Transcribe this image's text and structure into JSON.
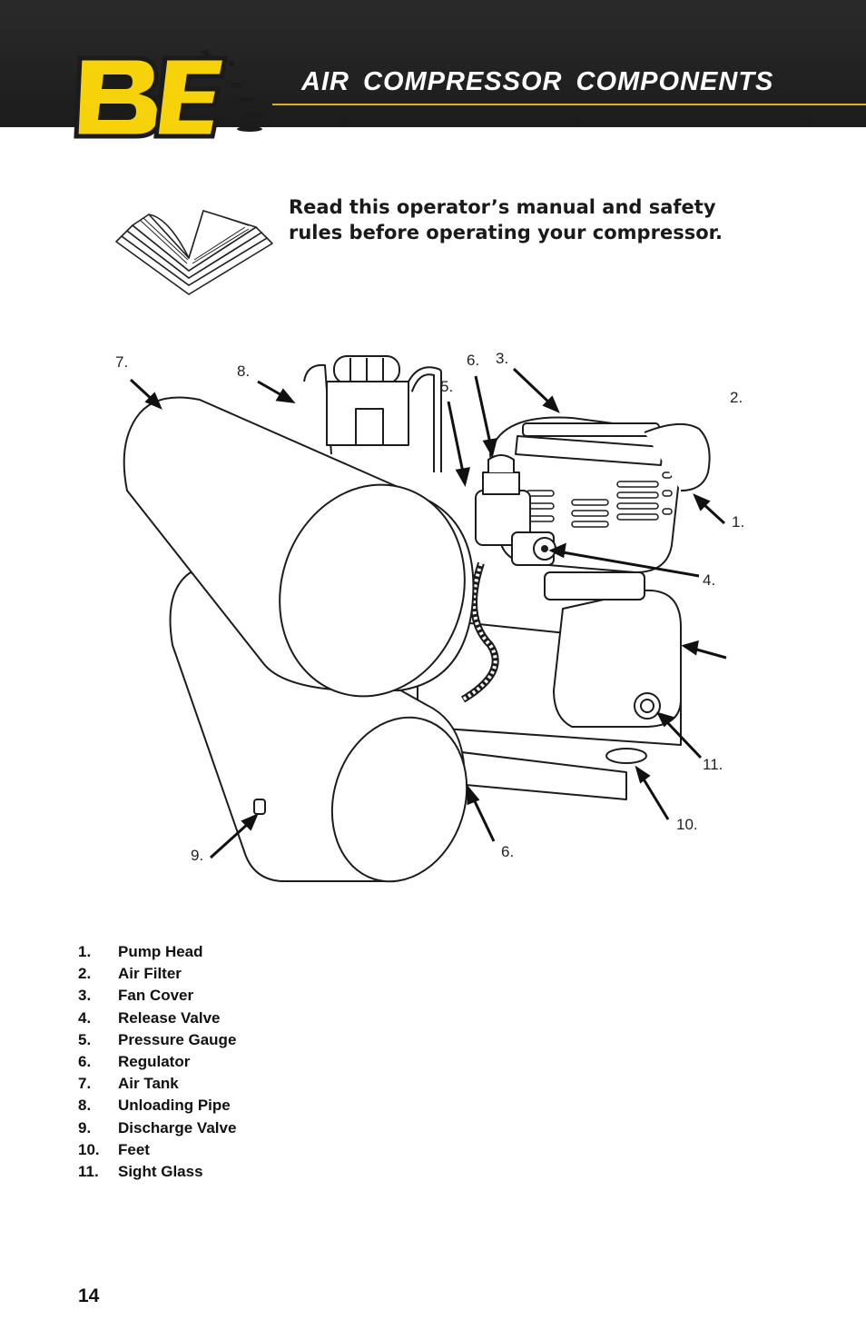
{
  "header": {
    "logo_text": "BE",
    "title": "AIR  COMPRESSOR  COMPONENTS"
  },
  "notice": {
    "text": "Read this operator’s manual and safety rules before operating your compressor."
  },
  "diagram": {
    "callouts": [
      "7.",
      "8.",
      "6.",
      "3.",
      "5.",
      "2.",
      "1.",
      "4.",
      "11.",
      "10.",
      "9.",
      "6."
    ]
  },
  "parts": [
    {
      "num": "1.",
      "name": "Pump Head"
    },
    {
      "num": "2.",
      "name": "Air Filter"
    },
    {
      "num": "3.",
      "name": "Fan Cover"
    },
    {
      "num": "4.",
      "name": "Release Valve"
    },
    {
      "num": "5.",
      "name": "Pressure Gauge"
    },
    {
      "num": "6.",
      "name": "Regulator"
    },
    {
      "num": "7.",
      "name": "Air Tank"
    },
    {
      "num": "8.",
      "name": "Unloading Pipe"
    },
    {
      "num": "9.",
      "name": "Discharge Valve"
    },
    {
      "num": "10.",
      "name": "Feet"
    },
    {
      "num": "11.",
      "name": "Sight Glass"
    }
  ],
  "page_number": "14",
  "colors": {
    "header_bg": "#1f1f1f",
    "accent": "#f5d20a",
    "title_text": "#ffffff"
  }
}
